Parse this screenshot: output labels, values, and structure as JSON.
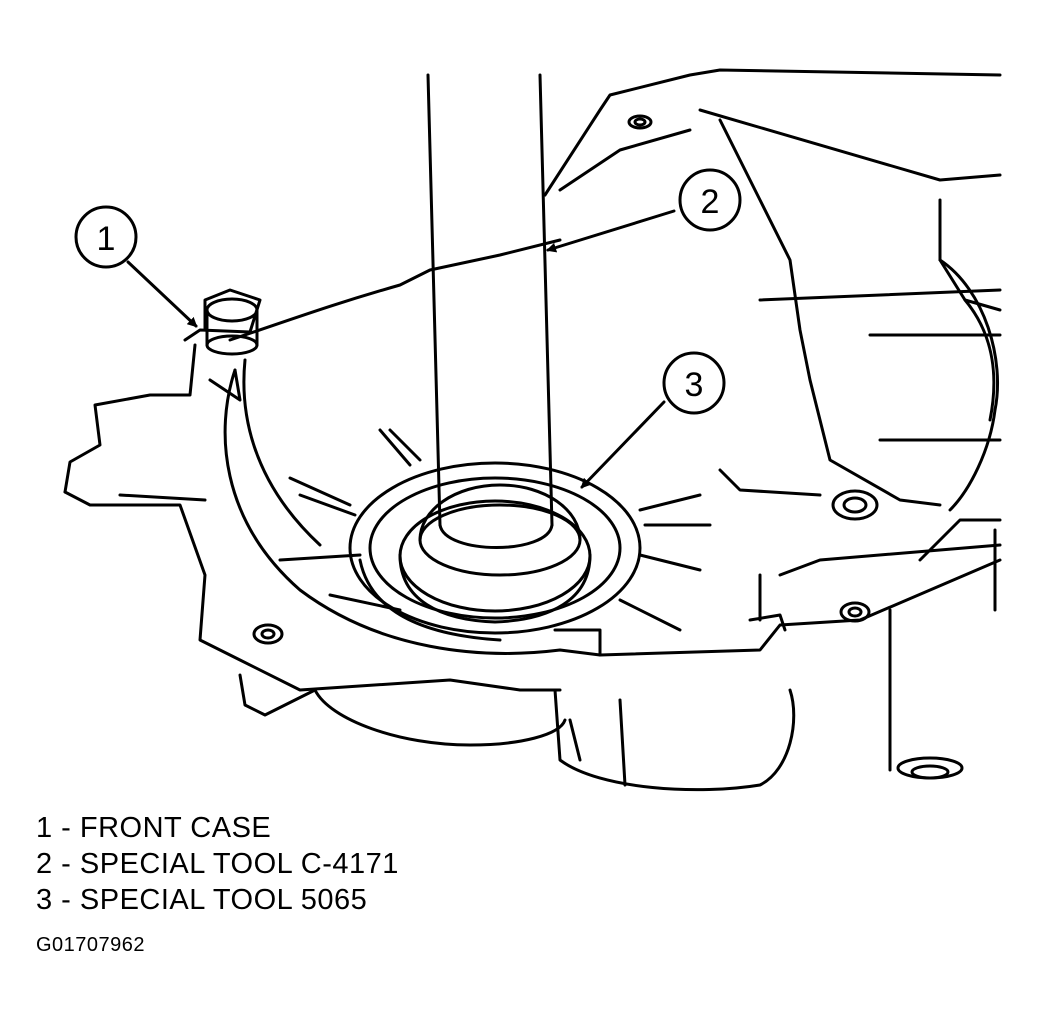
{
  "callouts": [
    {
      "number": "1"
    },
    {
      "number": "2"
    },
    {
      "number": "3"
    }
  ],
  "legend": [
    {
      "text": "1 - FRONT CASE"
    },
    {
      "text": "2 - SPECIAL TOOL C-4171"
    },
    {
      "text": "3 - SPECIAL TOOL 5065"
    }
  ],
  "figure_id": "G01707962"
}
